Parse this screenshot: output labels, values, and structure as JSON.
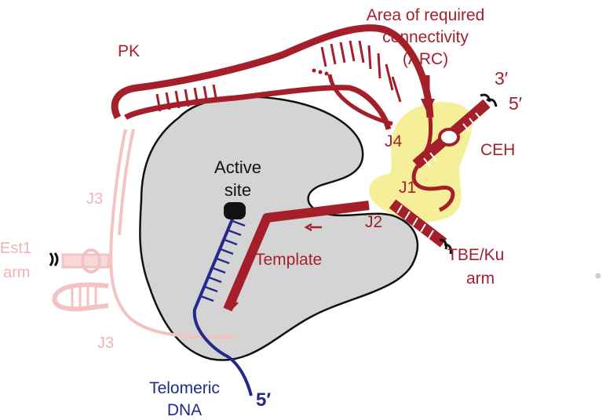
{
  "labels": {
    "arc_line1": "Area of required",
    "arc_line2": "connectivity",
    "arc_line3": "(ARC)",
    "pk": "PK",
    "three_prime": "3′",
    "five_prime_top": "5′",
    "j4": "J4",
    "ceh": "CEH",
    "j1": "J1",
    "j2": "J2",
    "active_site_line1": "Active",
    "active_site_line2": "site",
    "j3_top": "J3",
    "est1_line1": "Est1",
    "est1_line2": "arm",
    "template": "Template",
    "tbe_line1": "TBE/Ku",
    "tbe_line2": "arm",
    "j3_bottom": "J3",
    "telomeric_line1": "Telomeric",
    "telomeric_line2": "DNA",
    "five_prime_dna": "5′"
  },
  "colors": {
    "rna_red": "#a51f2b",
    "rna_pink": "#f3c3c3",
    "protein_gray": "#d4d4d4",
    "dna_blue": "#232a8c",
    "arc_highlight": "#f5ef9a",
    "active_site": "#111111"
  }
}
